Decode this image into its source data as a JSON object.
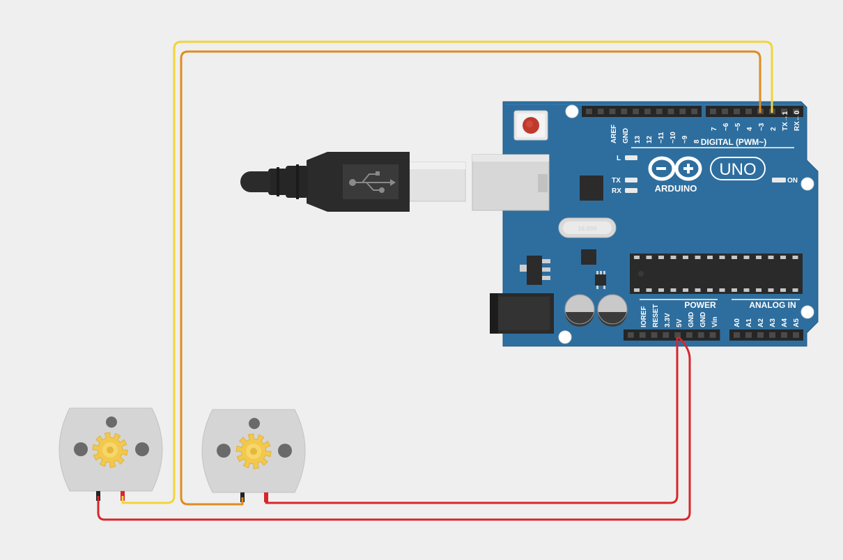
{
  "board": {
    "logo_text": "ARDUINO",
    "model": "UNO",
    "crystal_label": "16.000",
    "digital_header": "DIGITAL (PWM~)",
    "power_header": "POWER",
    "analog_header": "ANALOG IN",
    "led_l": "L",
    "led_tx": "TX",
    "led_rx": "RX",
    "led_on": "ON",
    "top_pins_left": [
      "AREF",
      "GND",
      "13",
      "12",
      "~11",
      "~10",
      "~9",
      "8"
    ],
    "top_pins_right": [
      "7",
      "~6",
      "~5",
      "4",
      "~3",
      "2",
      "TX→1",
      "RX←0"
    ],
    "power_pins": [
      "IOREF",
      "RESET",
      "3.3V",
      "5V",
      "GND",
      "GND",
      "Vin"
    ],
    "analog_pins": [
      "A0",
      "A1",
      "A2",
      "A3",
      "A4",
      "A5"
    ]
  },
  "components": [
    "arduino-uno",
    "usb-b-cable",
    "dc-motor-1",
    "dc-motor-2"
  ],
  "wires": [
    {
      "id": "yellow",
      "color": "#f2d43a",
      "from": "pin-2",
      "to": "motor-1-positive"
    },
    {
      "id": "orange",
      "color": "#e08c1e",
      "from": "pin-3",
      "to": "motor-2-negative"
    },
    {
      "id": "red-1",
      "color": "#d8262b",
      "from": "pin-5v",
      "to": "motor-2-positive"
    },
    {
      "id": "red-2",
      "color": "#d8262b",
      "from": "pin-5v",
      "to": "motor-1-negative"
    }
  ],
  "colors": {
    "background": "#efefef",
    "board": "#2e6e9e",
    "motor_body": "#d5d5d5",
    "gear": "#f2c94c"
  }
}
